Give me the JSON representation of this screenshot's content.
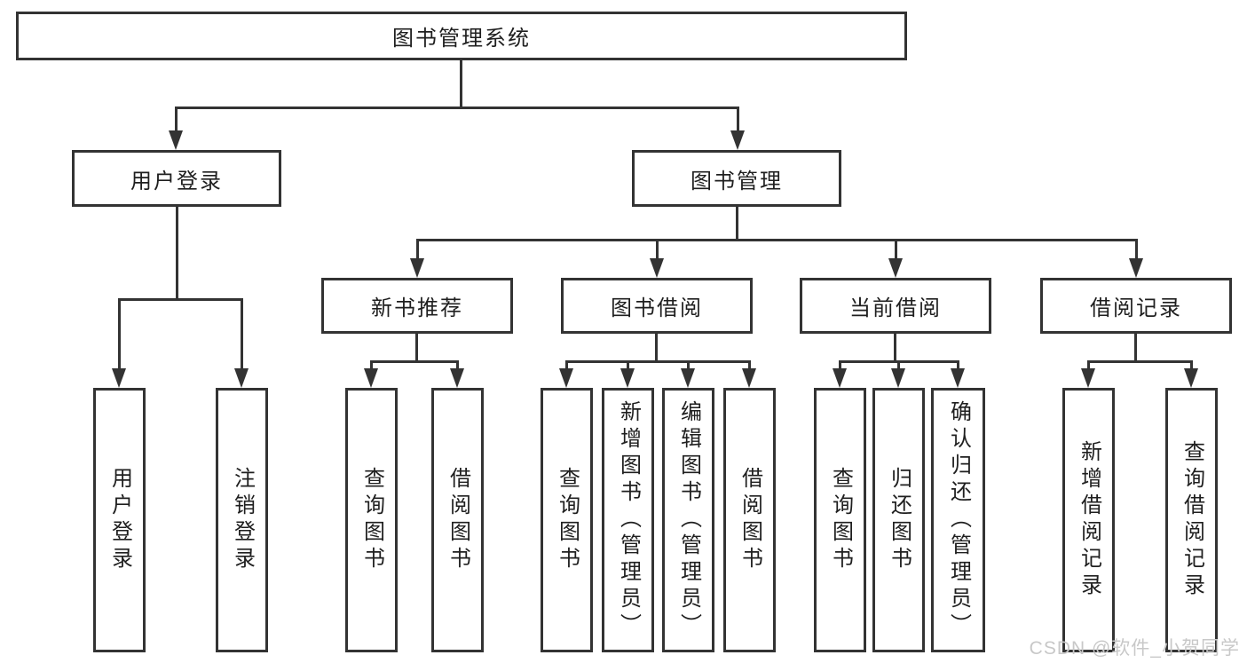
{
  "diagram": {
    "root": "图书管理系统",
    "level2": [
      "用户登录",
      "图书管理"
    ],
    "level3": [
      "新书推荐",
      "图书借阅",
      "当前借阅",
      "借阅记录"
    ],
    "leaves": {
      "user_login": [
        "用户登录",
        "注销登录"
      ],
      "new_book": [
        "查询图书",
        "借阅图书"
      ],
      "book_borrow": [
        "查询图书",
        "新增图书（管理员）",
        "编辑图书（管理员）",
        "借阅图书"
      ],
      "current_borrow": [
        "查询图书",
        "归还图书",
        "确认归还（管理员）"
      ],
      "borrow_record": [
        "新增借阅记录",
        "查询借阅记录"
      ]
    }
  },
  "watermark": "CSDN @软件_小贺同学",
  "colors": {
    "background": "#ffffff",
    "line": "#333333",
    "text": "#1f1f1f",
    "watermark": "#c8c8c8"
  }
}
